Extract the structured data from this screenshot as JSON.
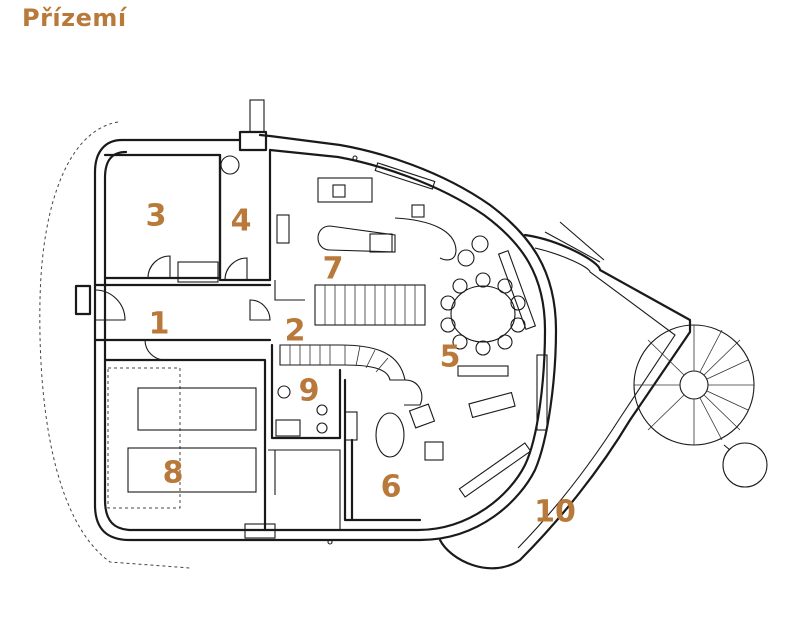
{
  "title": "Přízemí",
  "colors": {
    "accent": "#b8793a",
    "line": "#1a1a1a",
    "background": "#ffffff"
  },
  "rooms": [
    {
      "id": "room-1",
      "label": "1"
    },
    {
      "id": "room-2",
      "label": "2"
    },
    {
      "id": "room-3",
      "label": "3"
    },
    {
      "id": "room-4",
      "label": "4"
    },
    {
      "id": "room-5",
      "label": "5"
    },
    {
      "id": "room-6",
      "label": "6"
    },
    {
      "id": "room-7",
      "label": "7"
    },
    {
      "id": "room-8",
      "label": "8"
    },
    {
      "id": "room-9",
      "label": "9"
    },
    {
      "id": "room-10",
      "label": "10"
    }
  ]
}
